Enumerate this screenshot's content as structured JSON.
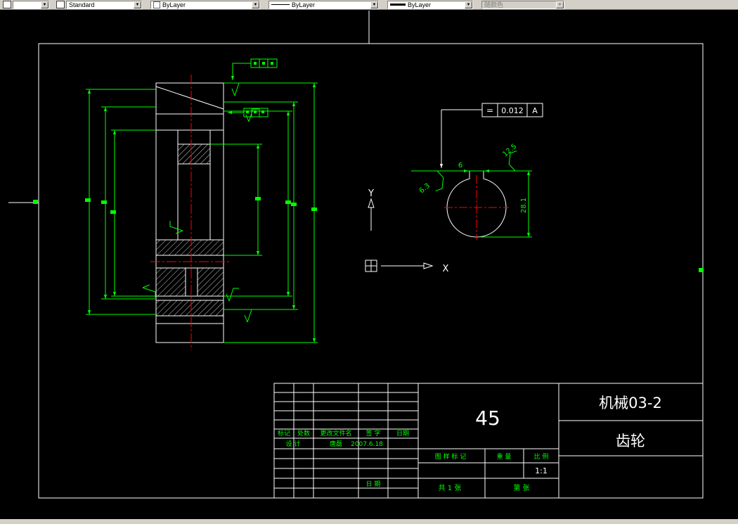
{
  "toolbar": {
    "combos": {
      "layer": {
        "value": ""
      },
      "style": {
        "value": "Standard"
      },
      "color": {
        "value": "ByLayer"
      },
      "linetype": {
        "value": "ByLayer"
      },
      "lineweight": {
        "value": "ByLayer"
      },
      "plotstyle": {
        "value": "随颜色"
      }
    }
  },
  "colors": {
    "dimension": "#00ff00",
    "geometry": "#ffffff",
    "centerline": "#ff0000",
    "toolbar_bg": "#d4d0c8",
    "canvas_bg": "#000000"
  },
  "drawing": {
    "ucs": {
      "x": "X",
      "y": "Y"
    },
    "tolerance_frame": {
      "symbol": "=",
      "value": "0.012",
      "datum": "A"
    },
    "dimensions": {
      "keyway_width": "6",
      "bore_keyway_height": "28.1"
    },
    "roughness": {
      "upper": "12.5",
      "lower": "6.3"
    }
  },
  "title_block": {
    "material": "45",
    "class_no": "机械03-2",
    "part_name": "齿轮",
    "col_mark": "标记",
    "col_count": "处数",
    "col_file": "更改文件名",
    "col_sign": "签 字",
    "col_date": "日期",
    "design_label": "设 计",
    "designer": "唐磊",
    "design_date": "2007.6.18",
    "date_label": "日 期",
    "stamp_label": "图 样 标 记",
    "weight_label": "重 量",
    "scale_label": "比 例",
    "scale_value": "1:1",
    "sheets_total": "共 1 张",
    "sheet_no": "第 张"
  }
}
